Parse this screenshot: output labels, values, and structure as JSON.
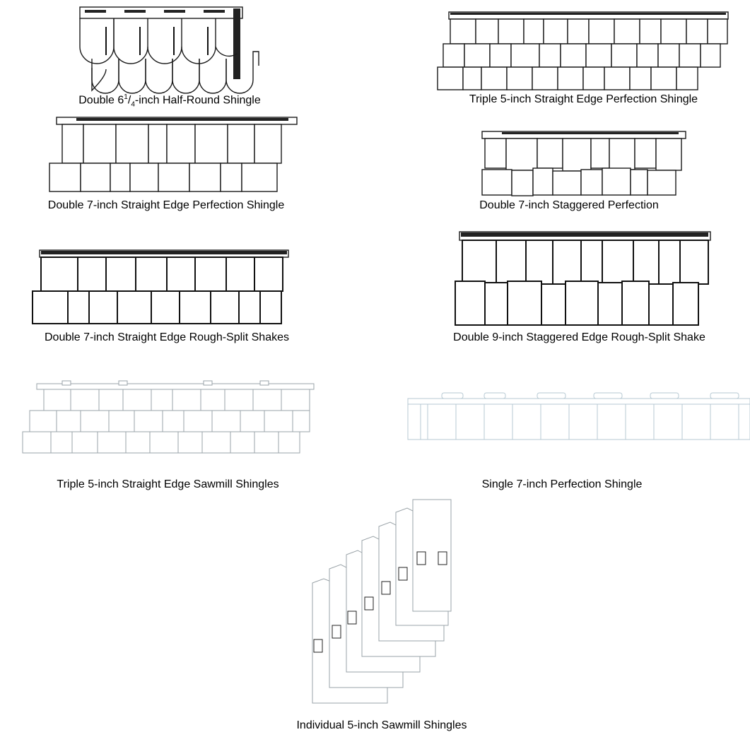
{
  "captions": {
    "half_round": {
      "pre": "Double 6",
      "sup": "1",
      "slash": "/",
      "sub": "4",
      "post": "-inch Half-Round Shingle"
    },
    "triple_perfection": "Triple 5-inch Straight Edge Perfection Shingle",
    "double_perfection": "Double 7-inch Straight Edge Perfection Shingle",
    "double_staggered": "Double 7-inch Staggered Perfection",
    "double_rough": "Double 7-inch Straight Edge Rough-Split Shakes",
    "double_9_rough": "Double 9-inch Staggered Edge Rough-Split Shake",
    "triple_sawmill": "Triple 5-inch Straight Edge Sawmill Shingles",
    "single_perfection": "Single 7-inch Perfection Shingle",
    "individual_sawmill": "Individual 5-inch Sawmill Shingles"
  },
  "colors": {
    "ink": "#1a1a1a",
    "light": "#9aa3a8",
    "lightblue": "#b7c9d3"
  }
}
